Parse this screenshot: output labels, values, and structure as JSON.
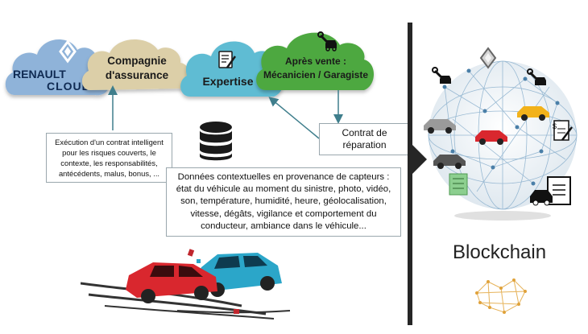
{
  "clouds": {
    "renault": {
      "line1": "RENAULT",
      "line2": "CLOUD"
    },
    "insurance": {
      "line1": "Compagnie",
      "line2": "d'assurance"
    },
    "expertise": {
      "label": "Expertise"
    },
    "after_sales": {
      "line1": "Après vente :",
      "line2": "Mécanicien / Garagiste"
    }
  },
  "notes": {
    "contract": "Exécution d'un contrat intelligent pour les risques couverts, le contexte, les responsabilités, antécédents, malus, bonus, ...",
    "repair": "Contrat de réparation",
    "sensors": "Données contextuelles en provenance de capteurs : état du véhicule au moment du sinistre, photo, vidéo, son, température, humidité, heure, géolocalisation, vitesse, dégâts, vigilance et comportement du conducteur, ambiance dans le véhicule..."
  },
  "blockchain": {
    "label": "Blockchain"
  },
  "colors": {
    "cloud_blue": "#8fb3d9",
    "cloud_beige": "#dccfa8",
    "cloud_teal": "#5fbcd3",
    "cloud_green": "#4ea83f",
    "arrow": "#3f7e8c",
    "divider": "#262626",
    "car_red": "#d9272e",
    "car_blue": "#2ba6c9"
  },
  "icons": [
    "renault-logo-icon",
    "document-sign-icon",
    "car-repair-icon",
    "database-icon",
    "crashed-cars-icon",
    "network-globe-icon",
    "clipboard-car-icon",
    "money-contract-icon",
    "mini-network-icon"
  ]
}
